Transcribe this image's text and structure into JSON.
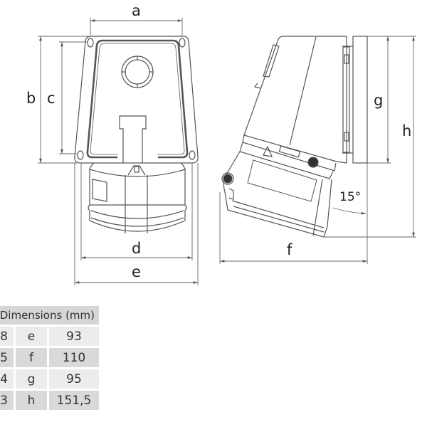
{
  "drawing": {
    "front_view": {
      "dimension_labels": {
        "a": "a",
        "b": "b",
        "c": "c",
        "d": "d",
        "e": "e"
      }
    },
    "side_view": {
      "dimension_labels": {
        "f": "f",
        "g": "g",
        "h": "h"
      },
      "angle_label": "15°"
    },
    "line_color": "#555555"
  },
  "table": {
    "header": "Dimensions (mm)",
    "rows": [
      {
        "left_value": "8",
        "key": "e",
        "value": "93",
        "shade": "light"
      },
      {
        "left_value": "5",
        "key": "f",
        "value": "110",
        "shade": "dark"
      },
      {
        "left_value": "4",
        "key": "g",
        "value": "95",
        "shade": "light"
      },
      {
        "left_value": "3",
        "key": "h",
        "value": "151,5",
        "shade": "dark"
      }
    ],
    "colors": {
      "header_bg": "#d6d6d6",
      "row_light": "#ececec",
      "row_dark": "#d9d9d9",
      "text": "#333333"
    }
  }
}
